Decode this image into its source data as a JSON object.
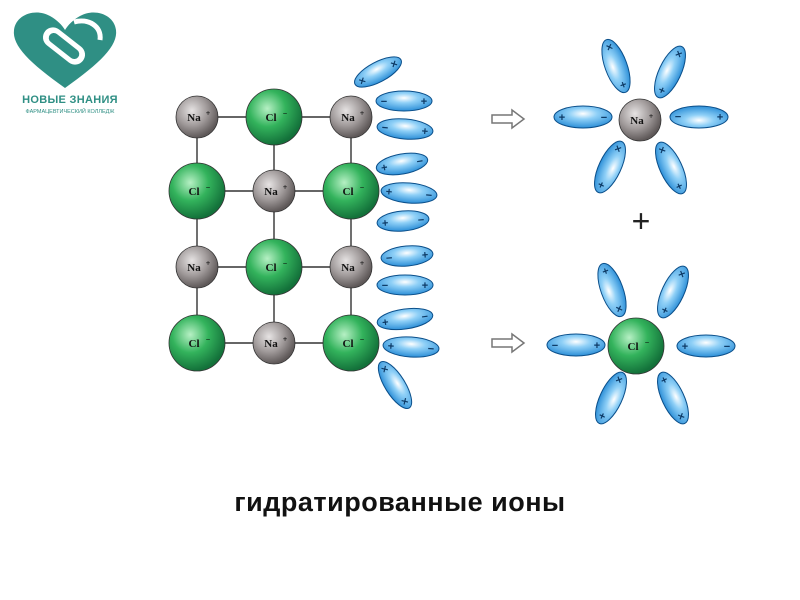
{
  "logo": {
    "name": "НОВЫЕ ЗНАНИЯ",
    "subtitle": "ФАРМАЦЕВТИЧЕСКИЙ КОЛЛЕДЖ",
    "icon": "heart-pill-logo",
    "color": "#2f8f84"
  },
  "diagram": {
    "na_label": "Na",
    "na_charge": "+",
    "cl_label": "Cl",
    "cl_charge": "−",
    "plus_sign": "+",
    "lattice": [
      [
        "Na",
        "Cl",
        "Na"
      ],
      [
        "Cl",
        "Na",
        "Cl"
      ],
      [
        "Na",
        "Cl",
        "Na"
      ],
      [
        "Cl",
        "Na",
        "Cl"
      ]
    ],
    "colors": {
      "na_fill": "#9a9595",
      "cl_fill": "#2fb05a",
      "dipole_fill": "#3fa3e6",
      "arrow": "#777777"
    }
  },
  "caption": "гидратированные  ионы"
}
